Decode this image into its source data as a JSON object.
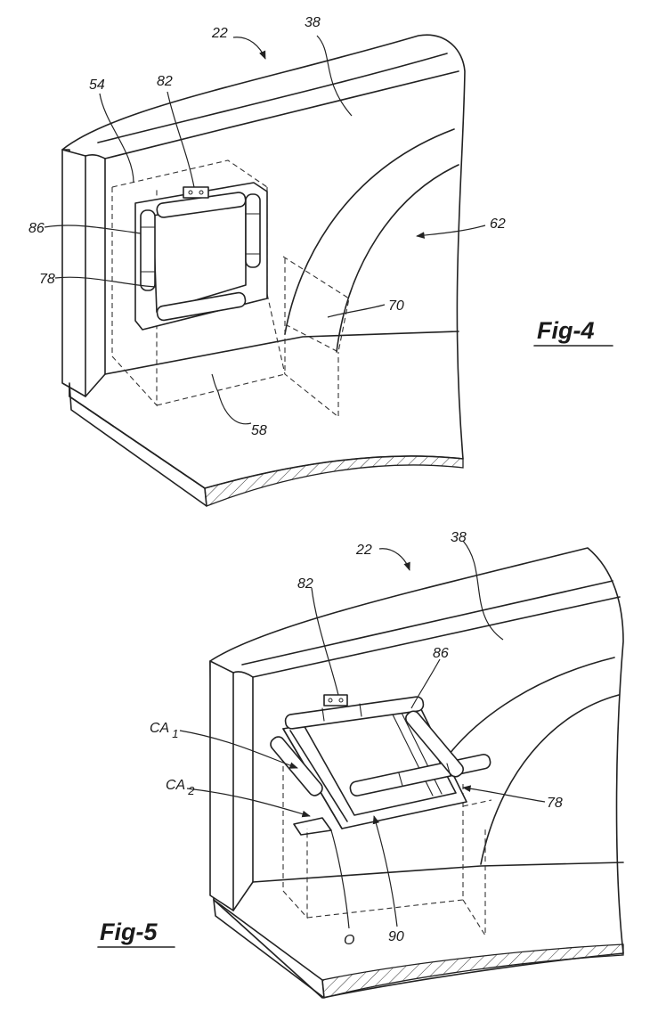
{
  "figures": [
    {
      "label": "Fig-4",
      "refs": {
        "r22": "22",
        "r38": "38",
        "r54": "54",
        "r82": "82",
        "r86": "86",
        "r78": "78",
        "r62": "62",
        "r70": "70",
        "r58": "58"
      }
    },
    {
      "label": "Fig-5",
      "refs": {
        "r22": "22",
        "r38": "38",
        "r82": "82",
        "r86": "86",
        "ca1": "CA",
        "ca1_sub": "1",
        "ca2": "CA",
        "ca2_sub": "2",
        "r78": "78",
        "r0": "O",
        "r90": "90"
      }
    }
  ]
}
